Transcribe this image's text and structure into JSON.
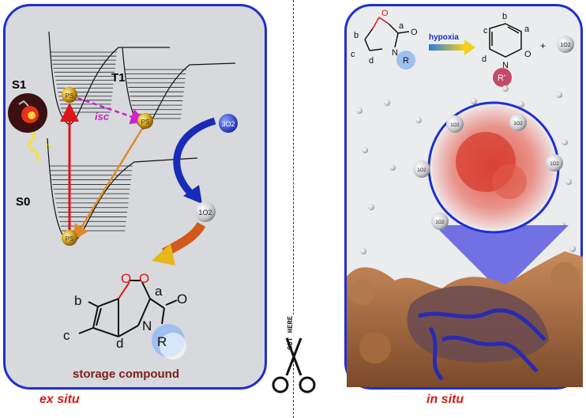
{
  "left": {
    "s1": "S1",
    "t1": "T1",
    "s0": "S0",
    "hv": "hν",
    "isc": "isc",
    "ps": "PS",
    "o2_triplet": "3O2",
    "o2_singlet": "1O2",
    "sub_a": "a",
    "sub_b": "b",
    "sub_c": "c",
    "sub_d": "d",
    "atom_n": "N",
    "atom_o": "O",
    "atom_r": "R",
    "storage_label": "storage compound",
    "caption": "ex situ"
  },
  "right": {
    "hypoxia": "hypoxia",
    "plus": "+",
    "sub_a": "a",
    "sub_b": "b",
    "sub_c": "c",
    "sub_d": "d",
    "atom_n": "N",
    "atom_o": "O",
    "atom_r": "R",
    "atom_rp": "R'",
    "o2_singlet": "1O2",
    "caption": "in situ"
  },
  "divider": {
    "cut_label": "CUT HERE"
  },
  "colors": {
    "panel_border": "#1f2fd0",
    "caption": "#d61a1a",
    "ps_gold": "#c9940f",
    "isc_magenta": "#d020d0",
    "arrow_red": "#e0141a",
    "arrow_orange": "#e08a2a"
  }
}
